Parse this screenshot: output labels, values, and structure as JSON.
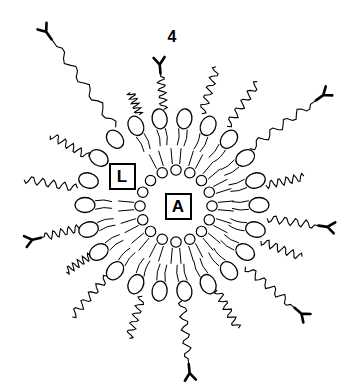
{
  "diagram": {
    "nodes": [
      {
        "text": [
          "L"
        ]
      },
      {
        "text": [
          "A"
        ]
      }
    ],
    "labels": [
      "4"
    ]
  }
}
